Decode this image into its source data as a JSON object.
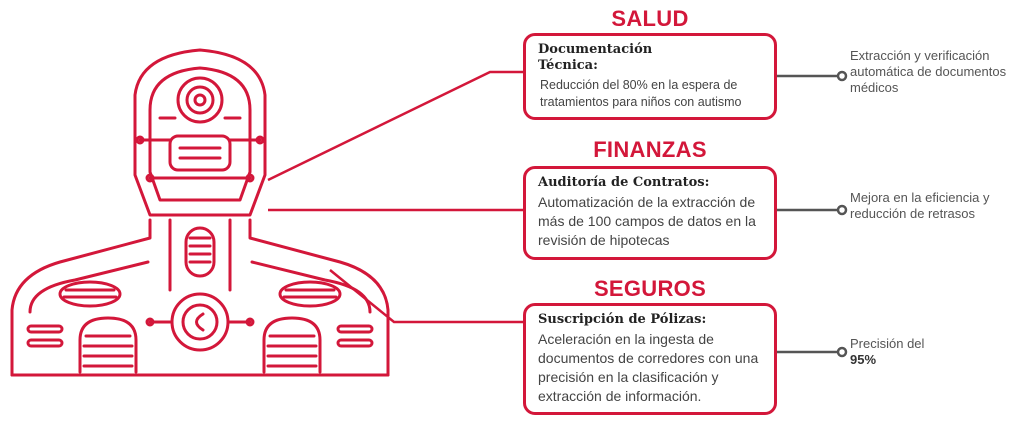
{
  "sections": [
    {
      "heading": "SALUD",
      "card_title": "Documentación Técnica:",
      "card_text": "Reducción del 80% en la espera de tratamientos para niños con autismo",
      "note": "Extracción y verificación automática de documentos médicos",
      "note_bold": ""
    },
    {
      "heading": "FINANZAS",
      "card_title": "Auditoría de Contratos:",
      "card_text": "Automatización de la extracción de más de 100 campos de datos en la revisión de hipotecas",
      "note": "Mejora en la eficiencia y reducción de retrasos",
      "note_bold": ""
    },
    {
      "heading": "SEGUROS",
      "card_title": "Suscripción de Pólizas:",
      "card_text": "Aceleración en la ingesta de documentos de corredores con una precisión en la clasificación y extracción de información.",
      "note": "Precisión del",
      "note_bold": "95%"
    }
  ],
  "colors": {
    "accent": "#d3173a",
    "connector": "#555555"
  },
  "icons": [
    "robot-illustration-icon"
  ]
}
